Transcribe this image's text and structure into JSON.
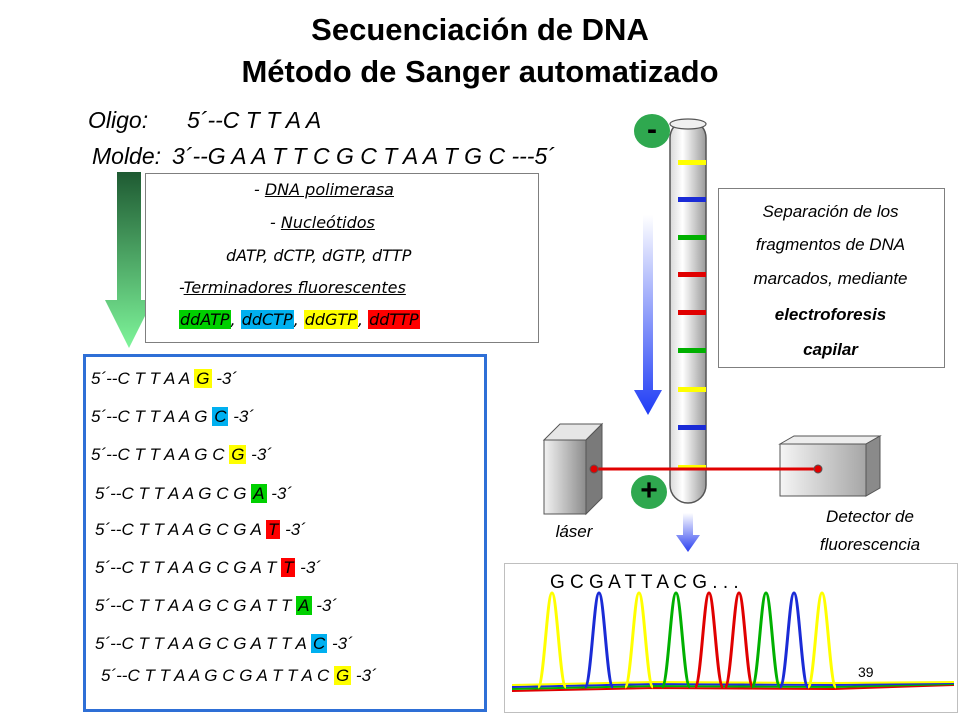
{
  "title_line1": "Secuenciación de DNA",
  "title_line2": "Método de Sanger automatizado",
  "oligo_label": "Oligo:",
  "oligo_seq": "5´--C T T A A",
  "molde_label": "Molde:",
  "molde_seq": "3´--G A A T T C G C T A A T G C ---5´",
  "reagents": {
    "dna_pol_prefix": "- ",
    "dna_pol": "DNA polimerasa",
    "nucleotidos_prefix": "- ",
    "nucleotidos": "Nucleótidos",
    "dntps": "dATP, dCTP, dGTP, dTTP",
    "terminadores_prefix": "-",
    "terminadores": "Terminadores fluorescentes",
    "ddntps": [
      {
        "label": "ddATP",
        "color": "#00d000"
      },
      {
        "label": "ddCTP",
        "color": "#00b0f0"
      },
      {
        "label": "ddGTP",
        "color": "#ffff00"
      },
      {
        "label": "ddTTP",
        "color": "#ff0000"
      }
    ],
    "separator": ", "
  },
  "fragments": [
    {
      "prefix": "5´--C T T A A",
      "base": "G",
      "suffix": "-3´",
      "color": "#ffff00"
    },
    {
      "prefix": "5´--C T T A A G",
      "base": "C",
      "suffix": "-3´",
      "color": "#00b0f0"
    },
    {
      "prefix": "5´--C T T A A G C",
      "base": "G",
      "suffix": "-3´",
      "color": "#ffff00"
    },
    {
      "prefix": "5´--C T T A A G C G",
      "base": "A",
      "suffix": "-3´",
      "color": "#00d000"
    },
    {
      "prefix": "5´--C T T A A G C G A",
      "base": "T",
      "suffix": "-3´",
      "color": "#ff0000"
    },
    {
      "prefix": "5´--C T T A A G C G A T",
      "base": "T",
      "suffix": "-3´",
      "color": "#ff0000"
    },
    {
      "prefix": "5´--C T T A A G C G A T T",
      "base": "A",
      "suffix": "-3´",
      "color": "#00d000"
    },
    {
      "prefix": "5´--C T T A A G C G A T T A",
      "base": "C",
      "suffix": "-3´",
      "color": "#00b0f0"
    },
    {
      "prefix": "5´--C T T A A G C G A T T A C",
      "base": "G",
      "suffix": "-3´",
      "color": "#ffff00"
    }
  ],
  "separation": {
    "line1": "Separación de los",
    "line2": "fragmentos de DNA",
    "line3": "marcados, mediante",
    "line4": "electroforesis",
    "line5": "capilar"
  },
  "minus_sign": "-",
  "plus_sign": "+",
  "laser_label": "láser",
  "detector_line1": "Detector de",
  "detector_line2": "fluorescencia",
  "read_sequence": "G   C   G   A   T   T   A   C   G . . .",
  "page_number": "39",
  "colors": {
    "yellow": "#ffff00",
    "blue": "#1a2bd6",
    "green": "#00b000",
    "red": "#e00000",
    "frame_blue": "#2e6fd6",
    "plus_minus_green": "#2fa84f"
  }
}
